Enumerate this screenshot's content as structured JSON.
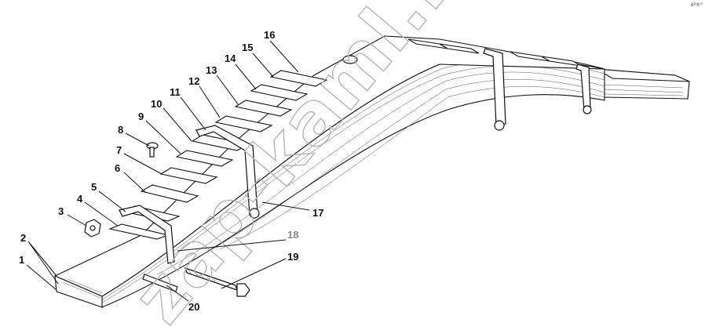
{
  "callouts": [
    {
      "label": "1"
    },
    {
      "label": "2"
    },
    {
      "label": "3"
    },
    {
      "label": "4"
    },
    {
      "label": "5"
    },
    {
      "label": "6"
    },
    {
      "label": "7"
    },
    {
      "label": "8"
    },
    {
      "label": "9"
    },
    {
      "label": "10"
    },
    {
      "label": "11"
    },
    {
      "label": "12"
    },
    {
      "label": "13"
    },
    {
      "label": "14"
    },
    {
      "label": "15"
    },
    {
      "label": "16"
    },
    {
      "label": "17"
    },
    {
      "label": "18"
    },
    {
      "label": "19"
    },
    {
      "label": "20"
    }
  ],
  "watermark": {
    "text": "zap-kaml.ru"
  },
  "corner_mark": {
    "text": "é²®°"
  },
  "colors": {
    "line": "#111111",
    "watermark": "#b5b5b5",
    "callout_18": "#8a8a8a",
    "background": "#ffffff"
  }
}
